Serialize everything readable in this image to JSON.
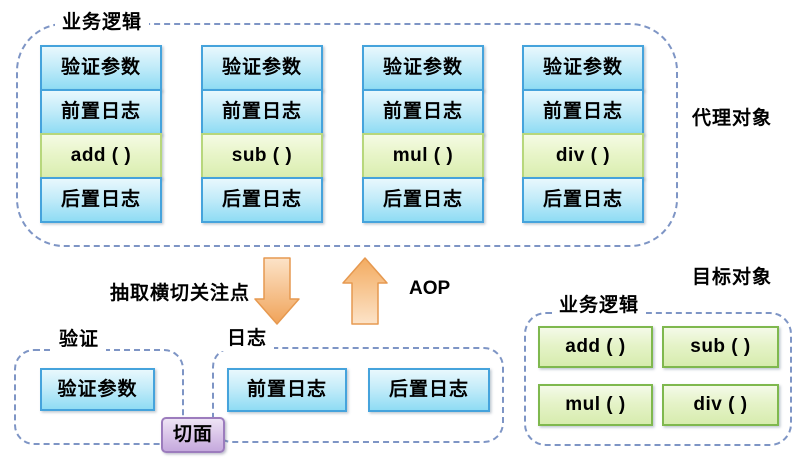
{
  "colors": {
    "dashed_border": "#7e95c5",
    "blue_cell_border": "#45a3dc",
    "blue_cell_fill_top": "#e8f8fd",
    "blue_cell_fill_bottom": "#8fdcf4",
    "green_cell_light_border": "#b7d77c",
    "green_cell_strong_border": "#7fb84e",
    "green_cell_fill_top": "#f4fae8",
    "green_cell_fill_bottom": "#d7ecae",
    "arrow_fill_light": "#fce3c8",
    "arrow_fill_dark": "#f0a359",
    "arrow_border": "#e69950",
    "aspect_fill": "#c5a9dd",
    "aspect_border": "#9c7cbd"
  },
  "proxy_section": {
    "label": "业务逻辑",
    "side_label": "代理对象",
    "columns": [
      {
        "cells": [
          {
            "text": "验证参数"
          },
          {
            "text": "前置日志"
          },
          {
            "text": "add (  )"
          },
          {
            "text": "后置日志"
          }
        ]
      },
      {
        "cells": [
          {
            "text": "验证参数"
          },
          {
            "text": "前置日志"
          },
          {
            "text": "sub (  )"
          },
          {
            "text": "后置日志"
          }
        ]
      },
      {
        "cells": [
          {
            "text": "验证参数"
          },
          {
            "text": "前置日志"
          },
          {
            "text": "mul (  )"
          },
          {
            "text": "后置日志"
          }
        ]
      },
      {
        "cells": [
          {
            "text": "验证参数"
          },
          {
            "text": "前置日志"
          },
          {
            "text": "div (  )"
          },
          {
            "text": "后置日志"
          }
        ]
      }
    ]
  },
  "middle": {
    "extract_label": "抽取横切关注点",
    "aop_label": "AOP",
    "down_arrow_icon": "arrow-down",
    "up_arrow_icon": "arrow-up"
  },
  "validation_section": {
    "label": "验证",
    "cell": "验证参数"
  },
  "log_section": {
    "label": "日志",
    "cells": [
      "前置日志",
      "后置日志"
    ]
  },
  "aspect_badge": {
    "label": "切面"
  },
  "target_section": {
    "side_label": "目标对象",
    "label": "业务逻辑",
    "cells": [
      "add (  )",
      "sub (  )",
      "mul (  )",
      "div (  )"
    ]
  }
}
